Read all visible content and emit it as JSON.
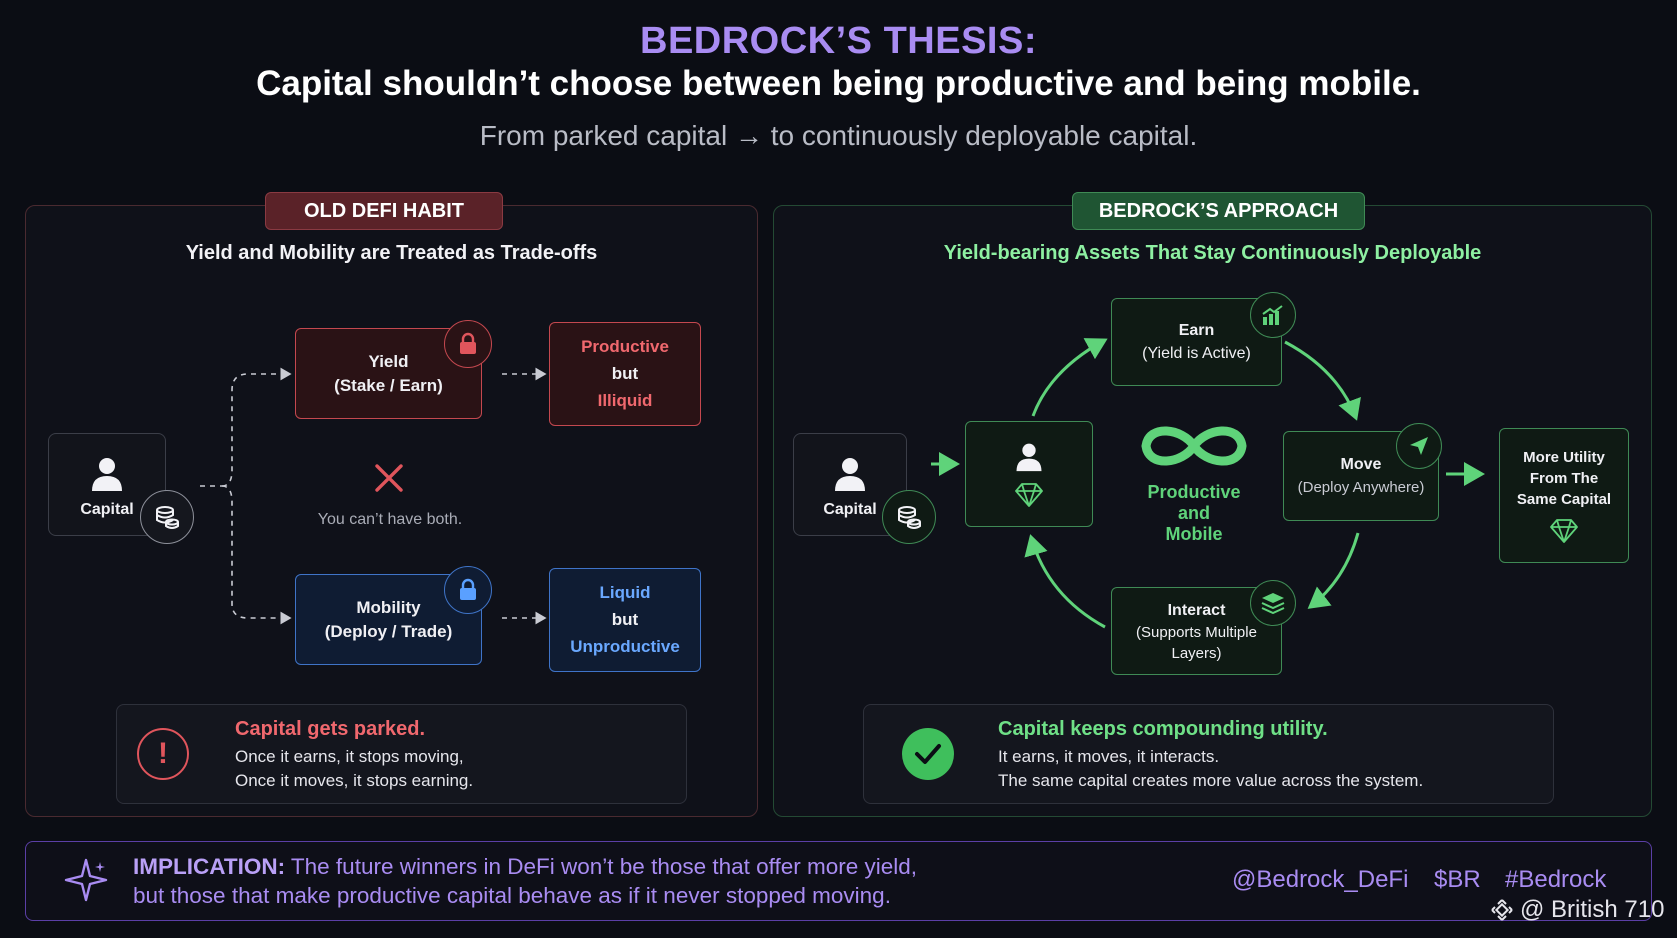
{
  "header": {
    "eyebrow": "BEDROCK’S THESIS:",
    "title": "Capital shouldn’t choose between being productive and being mobile.",
    "subtitle": "From parked capital → to continuously deployable capital."
  },
  "old": {
    "badge": "OLD DEFI HABIT",
    "subtitle": "Yield and Mobility are Treated as Trade-offs",
    "capital_label": "Capital",
    "yield_box": [
      "Yield",
      "(Stake / Earn)"
    ],
    "mobility_box": [
      "Mobility",
      "(Deploy / Trade)"
    ],
    "productive_box": [
      "Productive",
      "but",
      "Illiquid"
    ],
    "liquid_box": [
      "Liquid",
      "but",
      "Unproductive"
    ],
    "cant_have_both": "You can’t have both.",
    "callout": {
      "title": "Capital gets parked.",
      "line1": "Once it earns, it stops moving,",
      "line2": "Once it moves, it stops earning."
    }
  },
  "new": {
    "badge": "BEDROCK’S APPROACH",
    "subtitle": "Yield-bearing Assets That Stay Continuously Deployable",
    "capital_label": "Capital",
    "earn_box": [
      "Earn",
      "(Yield is Active)"
    ],
    "move_box": [
      "Move",
      "(Deploy Anywhere)"
    ],
    "interact_box": [
      "Interact",
      "(Supports Multiple",
      "Layers)"
    ],
    "center_label": [
      "Productive",
      "and",
      "Mobile"
    ],
    "utility_box": [
      "More Utility",
      "From The",
      "Same Capital"
    ],
    "callout": {
      "title": "Capital keeps compounding utility.",
      "line1": "It earns, it moves, it interacts.",
      "line2": "The same capital creates more value across the system."
    }
  },
  "footer": {
    "implication_label": "IMPLICATION:",
    "line1": " The future winners in DeFi won’t be those that offer more yield,",
    "line2": "but those that make productive capital behave as if it never stopped moving.",
    "tag1": "@Bedrock_DeFi",
    "tag2": "$BR",
    "tag3": "#Bedrock",
    "watermark": "@ British 710"
  },
  "colors": {
    "purple": "#a98cf2",
    "red": "#e0555c",
    "blue": "#5aa0ff",
    "green": "#5fd37a"
  }
}
